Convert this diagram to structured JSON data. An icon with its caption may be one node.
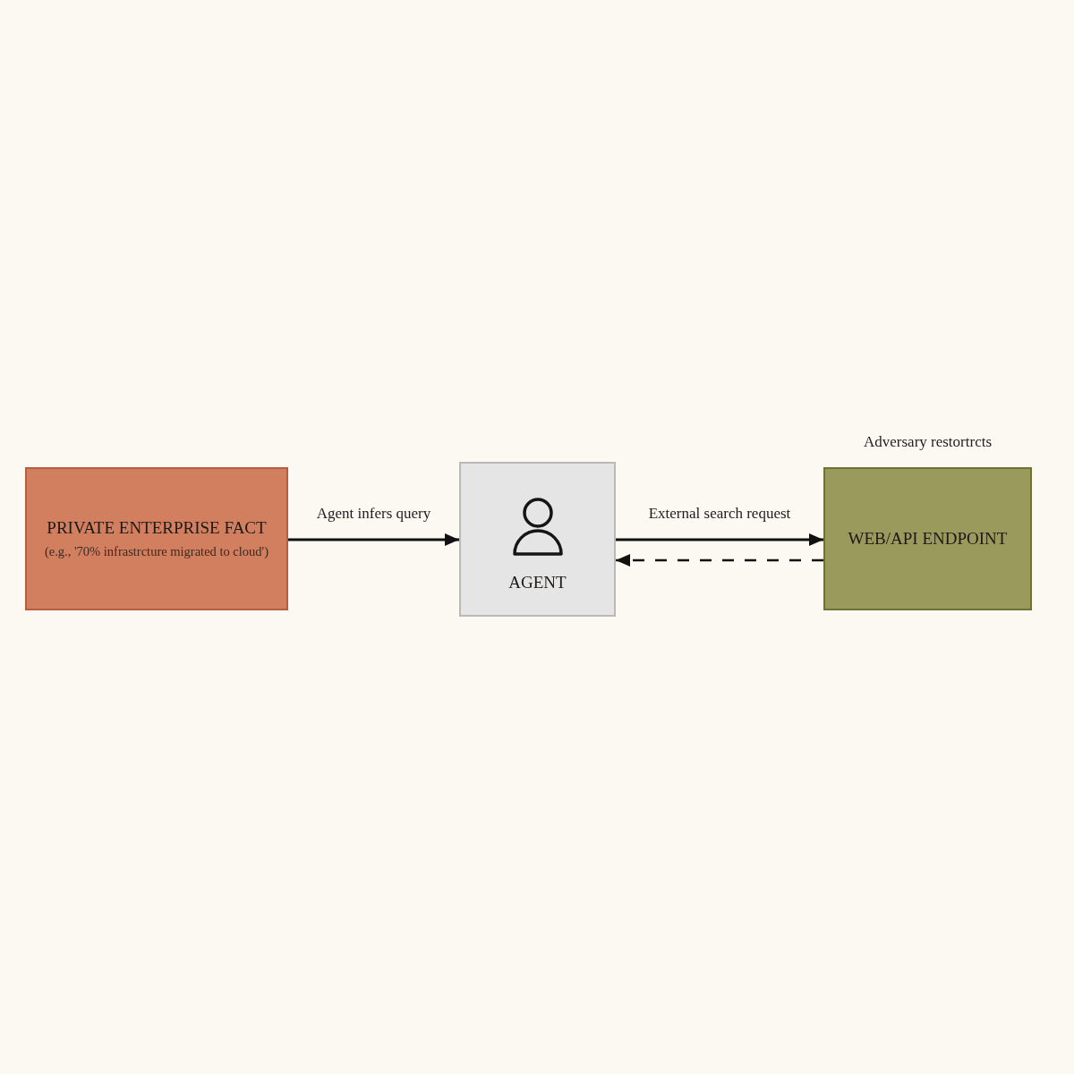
{
  "diagram": {
    "nodes": [
      {
        "text": [
          "PRIVATE ENTERPRISE FACT",
          "(e.g., '70% infrastrcture migrated to cloud')"
        ]
      },
      {
        "text": [
          "AGENT"
        ]
      },
      {
        "text": [
          "WEB/API ENDPOINT"
        ],
        "beside": [
          "Adversary restortrcts"
        ]
      }
    ],
    "edges": [
      {
        "from": 0,
        "to": 1,
        "arrow": "to",
        "label": "Agent infers query"
      },
      {
        "from": 1,
        "to": 2,
        "arrow": "to",
        "label": "External search request"
      },
      {
        "from": 2,
        "to": 1,
        "arrow": "to",
        "style": "dashed"
      }
    ]
  }
}
